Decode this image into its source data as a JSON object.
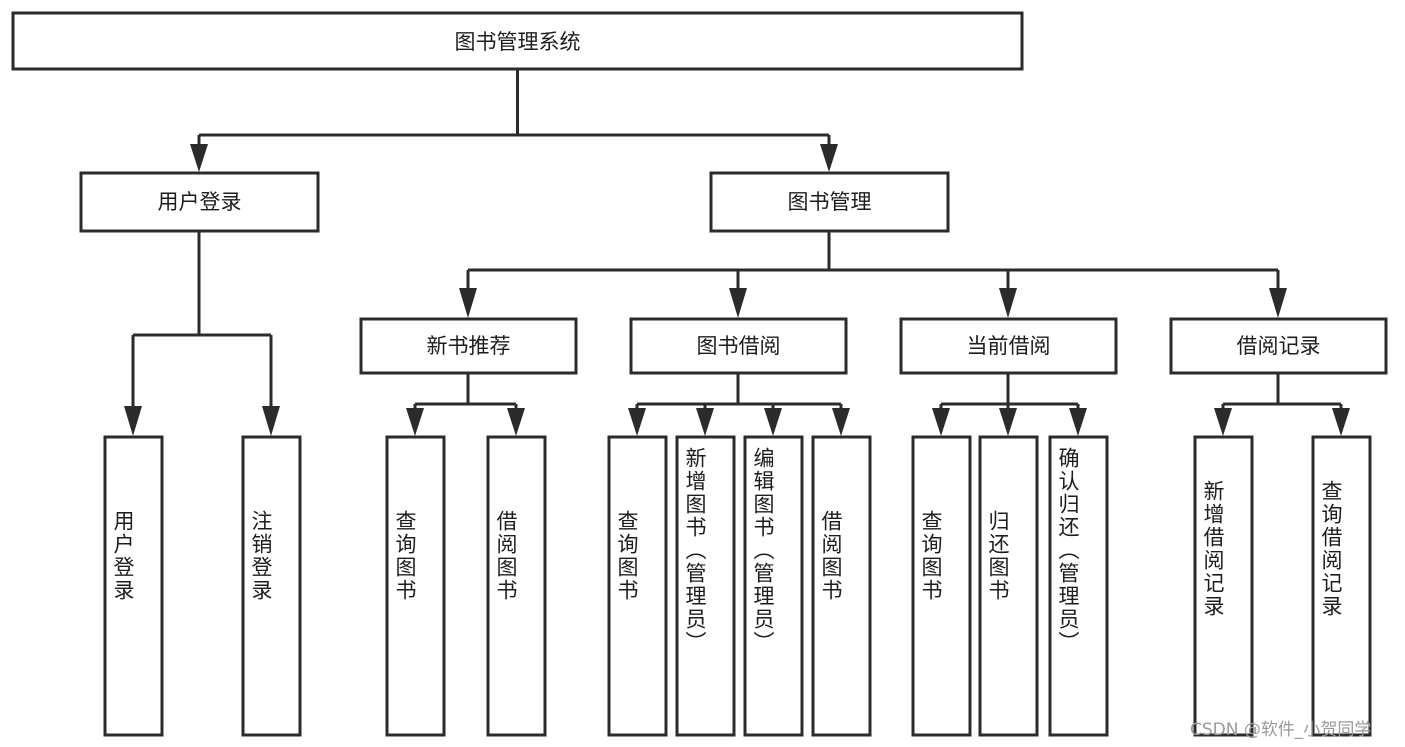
{
  "diagram": {
    "title_node": {
      "label": "图书管理系统"
    },
    "level1": [
      {
        "id": "user-login",
        "label": "用户登录"
      },
      {
        "id": "book-management",
        "label": "图书管理"
      }
    ],
    "level2": [
      {
        "id": "new-book-recommend",
        "label": "新书推荐",
        "parent": "book-management"
      },
      {
        "id": "book-borrow",
        "label": "图书借阅",
        "parent": "book-management"
      },
      {
        "id": "current-borrow",
        "label": "当前借阅",
        "parent": "book-management"
      },
      {
        "id": "borrow-record",
        "label": "借阅记录",
        "parent": "book-management"
      }
    ],
    "leaves": [
      {
        "id": "leaf-user-login",
        "label": "用户登录",
        "parent": "user-login"
      },
      {
        "id": "leaf-user-logout",
        "label": "注销登录",
        "parent": "user-login"
      },
      {
        "id": "leaf-query-book-1",
        "label": "查询图书",
        "parent": "new-book-recommend"
      },
      {
        "id": "leaf-borrow-book-1",
        "label": "借阅图书",
        "parent": "new-book-recommend"
      },
      {
        "id": "leaf-query-book-2",
        "label": "查询图书",
        "parent": "book-borrow"
      },
      {
        "id": "leaf-add-book",
        "label": "新增图书（管理员）",
        "parent": "book-borrow"
      },
      {
        "id": "leaf-edit-book",
        "label": "编辑图书（管理员）",
        "parent": "book-borrow"
      },
      {
        "id": "leaf-borrow-book-2",
        "label": "借阅图书",
        "parent": "book-borrow"
      },
      {
        "id": "leaf-query-book-3",
        "label": "查询图书",
        "parent": "current-borrow"
      },
      {
        "id": "leaf-return-book",
        "label": "归还图书",
        "parent": "current-borrow"
      },
      {
        "id": "leaf-confirm-return",
        "label": "确认归还（管理员）",
        "parent": "current-borrow"
      },
      {
        "id": "leaf-add-record",
        "label": "新增借阅记录",
        "parent": "borrow-record"
      },
      {
        "id": "leaf-query-record",
        "label": "查询借阅记录",
        "parent": "borrow-record"
      }
    ],
    "colors": {
      "stroke": "#2b2b2b",
      "fill": "#ffffff",
      "text": "#1d1d1d",
      "watermark": "#9a9a9a"
    }
  },
  "watermark": {
    "text": "CSDN @软件_小贺同学"
  }
}
